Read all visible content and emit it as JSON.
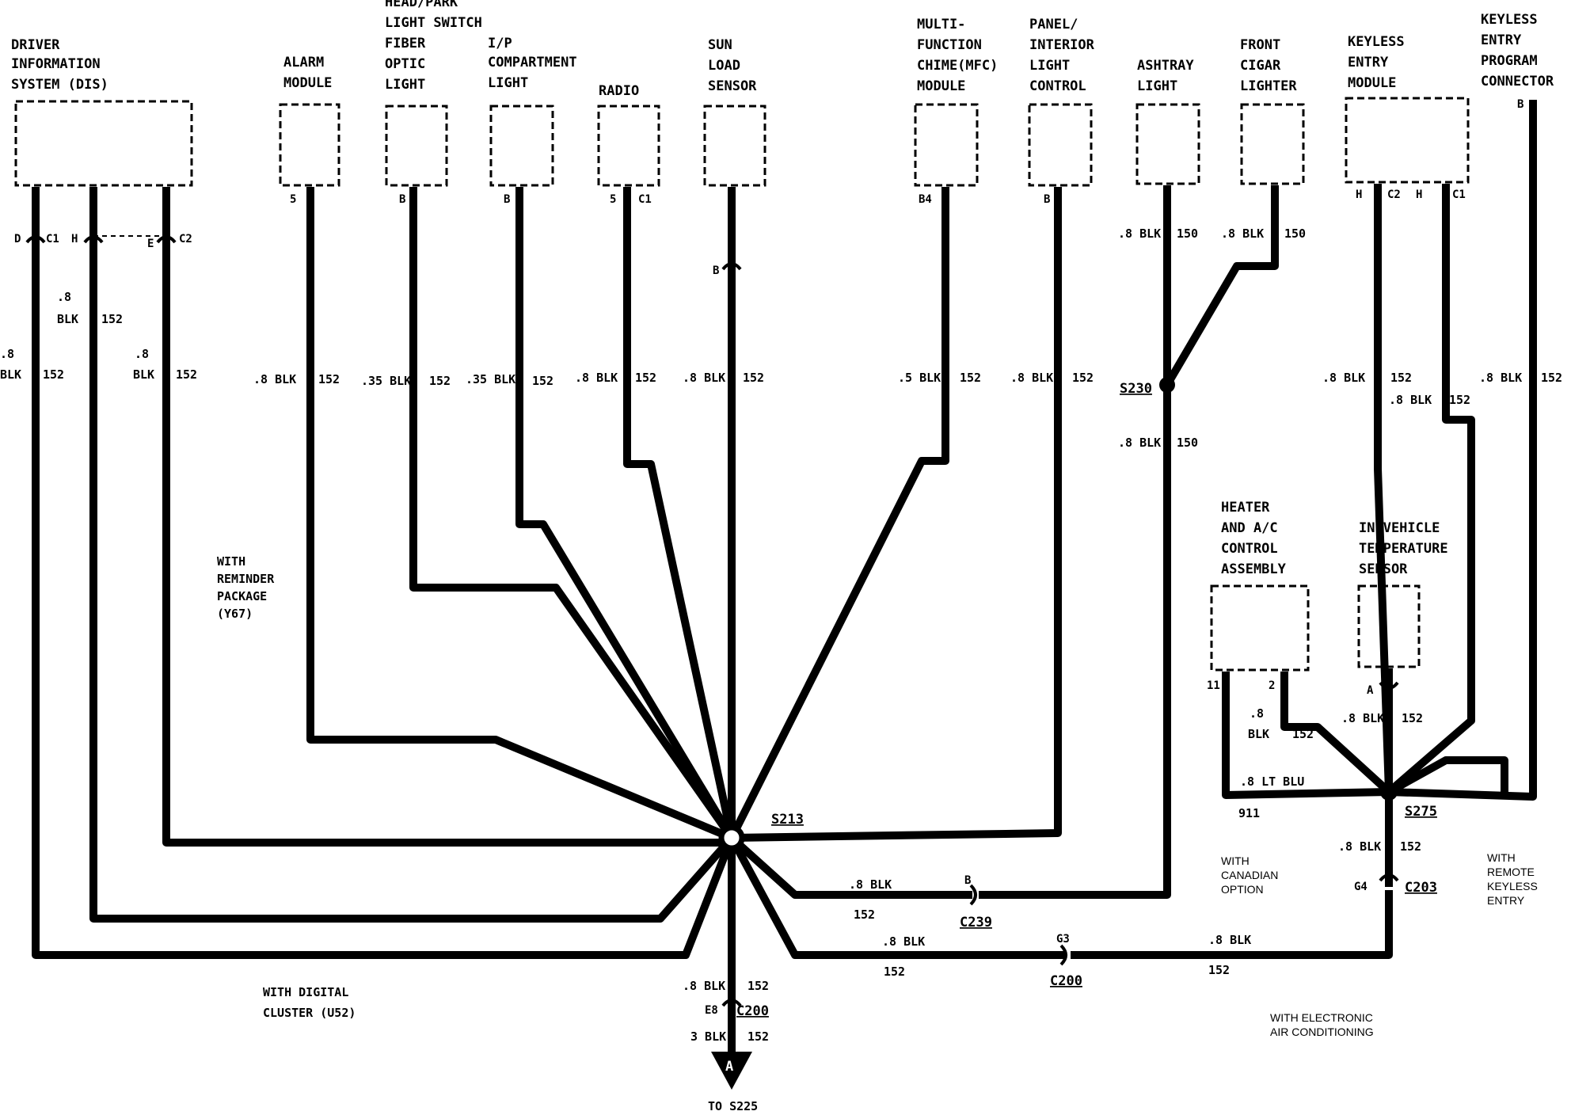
{
  "components": {
    "dis": [
      "DRIVER",
      "INFORMATION",
      "SYSTEM (DIS)"
    ],
    "alarm": [
      "ALARM",
      "MODULE"
    ],
    "headpark": [
      "HEAD/PARK",
      "LIGHT SWITCH",
      "FIBER",
      "OPTIC",
      "LIGHT"
    ],
    "ip": [
      "I/P",
      "COMPARTMENT",
      "LIGHT"
    ],
    "radio": [
      "RADIO"
    ],
    "sun": [
      "SUN",
      "LOAD",
      "SENSOR"
    ],
    "mfc": [
      "MULTI-",
      "FUNCTION",
      "CHIME(MFC)",
      "MODULE"
    ],
    "panel": [
      "PANEL/",
      "INTERIOR",
      "LIGHT",
      "CONTROL"
    ],
    "ashtray": [
      "ASHTRAY",
      "LIGHT"
    ],
    "cigar": [
      "FRONT",
      "CIGAR",
      "LIGHTER"
    ],
    "keyless": [
      "KEYLESS",
      "ENTRY",
      "MODULE"
    ],
    "keyconn": [
      "KEYLESS",
      "ENTRY",
      "PROGRAM",
      "CONNECTOR"
    ],
    "heater": [
      "HEATER",
      "AND A/C",
      "CONTROL",
      "ASSEMBLY"
    ],
    "temp": [
      "IN-VEHICLE",
      "TEMPERATURE",
      "SENSOR"
    ]
  },
  "pins": {
    "dis_d": "D",
    "dis_c1": "C1",
    "dis_h": "H",
    "dis_e": "E",
    "dis_c2": "C2",
    "alarm": "5",
    "headpark": "B",
    "ip": "B",
    "radio": "5",
    "radio_c1": "C1",
    "sun": "B",
    "mfc": "B4",
    "panel": "B",
    "kem_h1": "H",
    "kem_c2": "C2",
    "kem_h2": "H",
    "kem_c1": "C1",
    "keyconn": "B",
    "heater_11": "11",
    "heater_2": "2",
    "temp_a": "A"
  },
  "wire_labels": {
    "w8": ".8",
    "blk": "BLK",
    "n152": "152",
    "n150": "150",
    "w8blk": ".8 BLK",
    "w35blk": ".35 BLK",
    "w5blk": ".5 BLK",
    "w3blk": "3 BLK",
    "ltblu": ".8 LT BLU",
    "n911": "911"
  },
  "splices": {
    "s213": "S213",
    "s230": "S230",
    "s275": "S275"
  },
  "connectors": {
    "c239_pin": "B",
    "c239": "C239",
    "c200_pin": "G3",
    "c200": "C200",
    "c200b_pin": "E8",
    "c200b": "C200",
    "c203_pin": "G4",
    "c203": "C203"
  },
  "ground": {
    "symbol": "A",
    "text": "TO  S225"
  },
  "notes": {
    "reminder": [
      "WITH",
      "REMINDER",
      "PACKAGE",
      "(Y67)"
    ],
    "digital": [
      "WITH DIGITAL",
      "CLUSTER (U52)"
    ],
    "canadian": [
      "WITH",
      "CANADIAN",
      "OPTION"
    ],
    "remote": [
      "WITH",
      "REMOTE",
      "KEYLESS",
      "ENTRY"
    ],
    "electronic": [
      "WITH ELECTRONIC",
      "AIR CONDITIONING"
    ]
  }
}
